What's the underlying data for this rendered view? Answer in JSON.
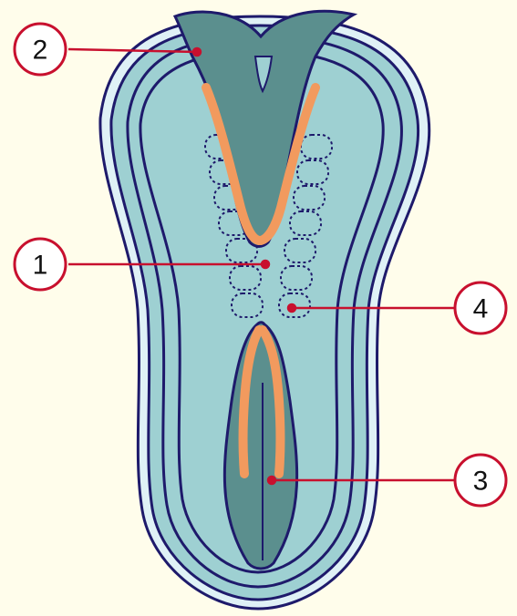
{
  "colors": {
    "background": "#fffdeb",
    "outline": "#1e1a6b",
    "pale_layer": "#9ed0d2",
    "light_ring": "#dff1f6",
    "dark_tissue": "#5b8f8e",
    "neural_fold": "#f29a5e",
    "leader": "#c8102e"
  },
  "callouts": [
    {
      "id": "1",
      "label": "1"
    },
    {
      "id": "2",
      "label": "2"
    },
    {
      "id": "3",
      "label": "3"
    },
    {
      "id": "4",
      "label": "4"
    }
  ]
}
